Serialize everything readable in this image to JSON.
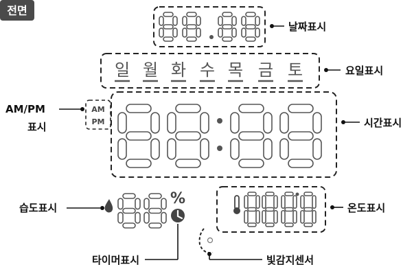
{
  "badge": "전면",
  "labels": {
    "date": "날짜표시",
    "weekday": "요일표시",
    "ampm_line1": "AM/PM",
    "ampm_line2": "표시",
    "time": "시간표시",
    "humidity": "습도표시",
    "temperature": "온도표시",
    "timer": "타이머표시",
    "light_sensor": "빛감지센서"
  },
  "weekdays": [
    "일",
    "월",
    "화",
    "수",
    "목",
    "금",
    "토"
  ],
  "am": "AM",
  "pm": "PM",
  "percent": "%",
  "colors": {
    "badge": "#4a4a4a",
    "segment": "#555555",
    "line": "#111111"
  }
}
